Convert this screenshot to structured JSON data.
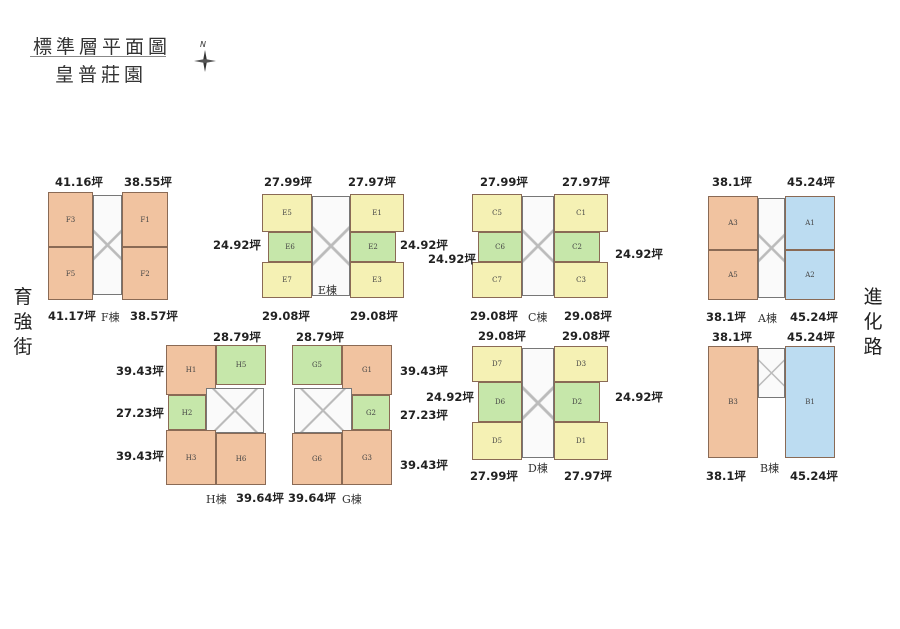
{
  "title": {
    "line1": "標準層平面圖",
    "line2": "皇普莊園"
  },
  "streets": {
    "left": "育強街",
    "right": "進化路"
  },
  "buildings": {
    "F": {
      "name": "F棟",
      "units": [
        "F3",
        "F5",
        "F1",
        "F2"
      ],
      "areas": [
        "41.16坪",
        "38.55坪",
        "41.17坪",
        "38.57坪"
      ]
    },
    "E": {
      "name": "E棟",
      "units": [
        "E5",
        "E6",
        "E7",
        "E1",
        "E2",
        "E3"
      ],
      "areas": [
        "27.99坪",
        "27.97坪",
        "24.92坪",
        "24.92坪",
        "29.08坪",
        "29.08坪"
      ]
    },
    "C": {
      "name": "C棟",
      "units": [
        "C5",
        "C6",
        "C7",
        "C1",
        "C2",
        "C3"
      ],
      "areas": [
        "27.99坪",
        "27.97坪",
        "24.92坪",
        "24.92坪",
        "29.08坪",
        "29.08坪"
      ]
    },
    "A": {
      "name": "A棟",
      "units": [
        "A3",
        "A5",
        "A1",
        "A2"
      ],
      "areas": [
        "38.1坪",
        "45.24坪",
        "38.1坪",
        "45.24坪"
      ]
    },
    "H": {
      "name": "H棟",
      "units": [
        "H1",
        "H5",
        "H2",
        "H3",
        "H6"
      ],
      "areas": [
        "28.79坪",
        "39.43坪",
        "27.23坪",
        "39.43坪",
        "39.64坪"
      ]
    },
    "G": {
      "name": "G棟",
      "units": [
        "G5",
        "G1",
        "G2",
        "G3",
        "G6"
      ],
      "areas": [
        "28.79坪",
        "39.43坪",
        "27.23坪",
        "39.43坪",
        "39.64坪"
      ]
    },
    "D": {
      "name": "D棟",
      "units": [
        "D7",
        "D6",
        "D5",
        "D3",
        "D2",
        "D1"
      ],
      "areas": [
        "29.08坪",
        "29.08坪",
        "24.92坪",
        "24.92坪",
        "27.99坪",
        "27.97坪"
      ]
    },
    "B": {
      "name": "B棟",
      "units": [
        "B3",
        "B1"
      ],
      "areas": [
        "38.1坪",
        "45.24坪",
        "38.1坪",
        "45.24坪"
      ]
    }
  },
  "colors": {
    "orange": "#f1c3a0",
    "green": "#c6e7aa",
    "yellow": "#f5f1b4",
    "blue": "#bcdcf1"
  }
}
